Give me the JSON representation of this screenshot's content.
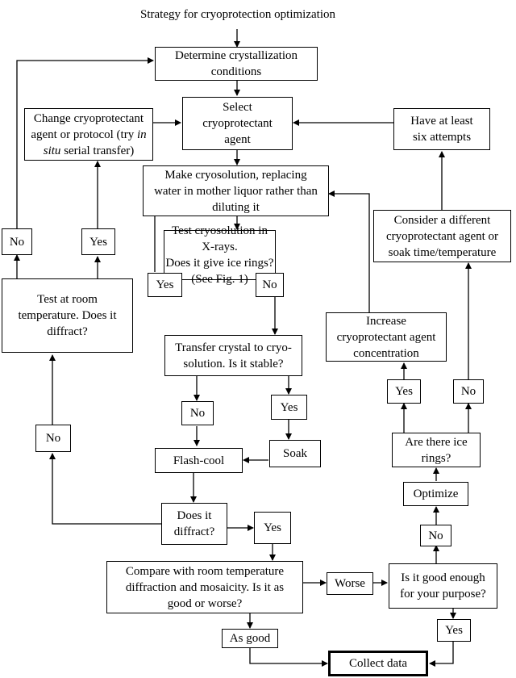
{
  "title": "Strategy for cryoprotection optimization",
  "boxes": {
    "determine": "Determine crystallization\nconditions",
    "change_pre": "Change cryoprotectant\nagent or protocol (try ",
    "change_em1": "in",
    "change_br": "\n",
    "change_em2": "situ",
    "change_post": " serial transfer)",
    "select": "Select\ncryoprotectant\nagent",
    "six": "Have at least\nsix attempts",
    "make": "Make cryosolution, replacing\nwater in mother liquor rather than\ndiluting it",
    "consider": "Consider a different\ncryoprotectant agent or\nsoak time/temperature",
    "no_left": "No",
    "yes_left": "Yes",
    "test_xray": "Test cryosolution in X-rays.\nDoes it give ice rings?\n(See Fig. 1)",
    "test_room": "Test at room\ntemperature. Does it\ndiffract?",
    "yes_ice": "Yes",
    "no_ice": "No",
    "increase": "Increase\ncryoprotectant agent\nconcentration",
    "transfer": "Transfer crystal to cryo-\nsolution. Is it stable?",
    "yes_inc": "Yes",
    "no_cons": "No",
    "no_stable": "No",
    "yes_stable": "Yes",
    "no_diffract": "No",
    "are_ice": "Are there ice\nrings?",
    "soak": "Soak",
    "flash": "Flash-cool",
    "optimize": "Optimize",
    "does_diffract": "Does it\ndiffract?",
    "yes_diffract": "Yes",
    "no_good": "No",
    "compare": "Compare with room temperature\ndiffraction and mosaicity. Is it as\ngood or worse?",
    "worse": "Worse",
    "good_enough": "Is it good enough\nfor your purpose?",
    "yes_good": "Yes",
    "as_good": "As good",
    "collect": "Collect data"
  }
}
